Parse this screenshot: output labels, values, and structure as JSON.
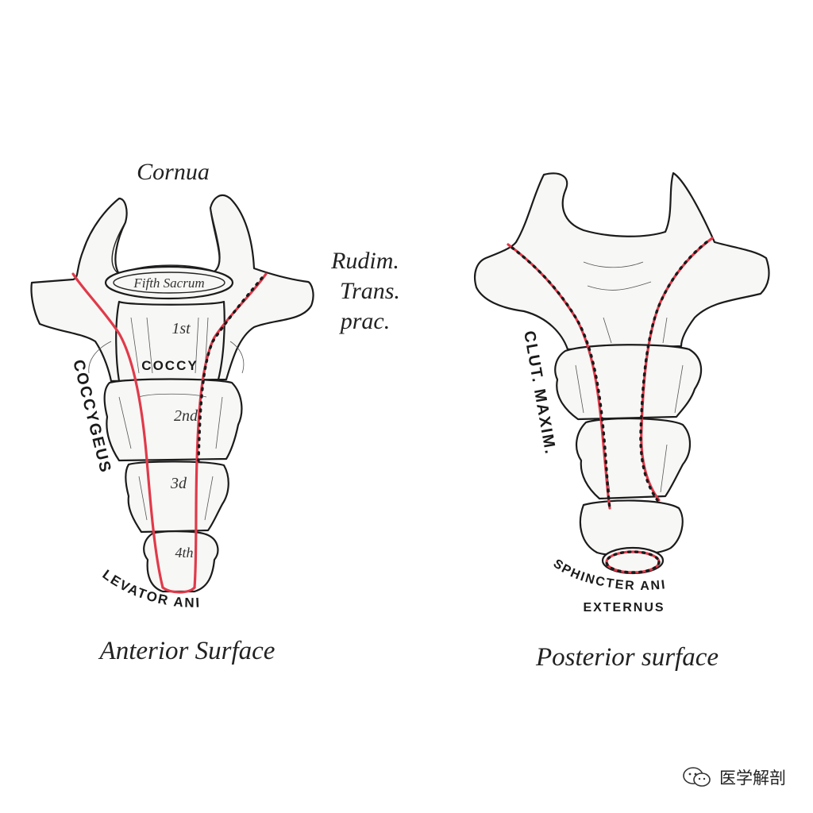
{
  "anterior": {
    "caption": "Anterior Surface",
    "label_cornua": "Cornua",
    "label_rudim_1": "Rudim.",
    "label_rudim_2": "Trans.",
    "label_rudim_3": "prac.",
    "label_fifth_sacrum": "Fifth Sacrum",
    "label_first": "1st",
    "label_coccy": "COCCY",
    "label_second": "2nd",
    "label_third": "3d",
    "label_fourth": "4th",
    "label_coccygeus": "COCCYGEUS",
    "label_levator_ani": "LEVATOR ANI"
  },
  "posterior": {
    "caption": "Posterior surface",
    "label_glut_maxim": "CLUT. MAXIM.",
    "label_sphincter": "SPHINCTER ANI",
    "label_externus": "EXTERNUS"
  },
  "watermark": {
    "text": "医学解剖",
    "icon": "wechat-icon"
  },
  "colors": {
    "muscle_line": "#e03a4a",
    "outline": "#1b1b1b"
  }
}
